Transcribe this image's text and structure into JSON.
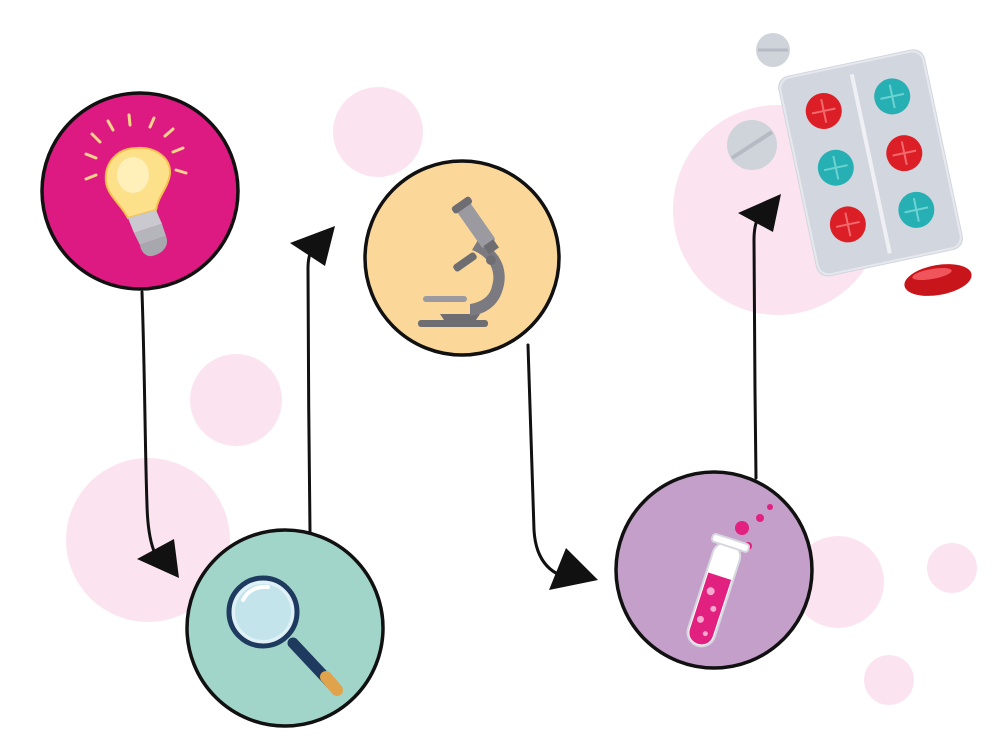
{
  "colors": {
    "background": "#ffffff",
    "bubble": "#fbe4f0",
    "outline": "#111111",
    "idea_circle": "#dd1a82",
    "search_circle": "#a1d5c9",
    "microscope_circle": "#fbd89a",
    "test_tube_circle": "#c39fca",
    "pill_red": "#dc1f26",
    "pill_teal": "#26b0b3",
    "blister_pack": "#d2d6df",
    "tablet_grey": "#cfd3da"
  },
  "steps": [
    {
      "id": "idea",
      "icon": "lightbulb-icon"
    },
    {
      "id": "search",
      "icon": "magnifying-glass-icon"
    },
    {
      "id": "research",
      "icon": "microscope-icon"
    },
    {
      "id": "testing",
      "icon": "test-tube-icon"
    },
    {
      "id": "medicine",
      "icon": "pill-blister-pack-icon"
    }
  ]
}
